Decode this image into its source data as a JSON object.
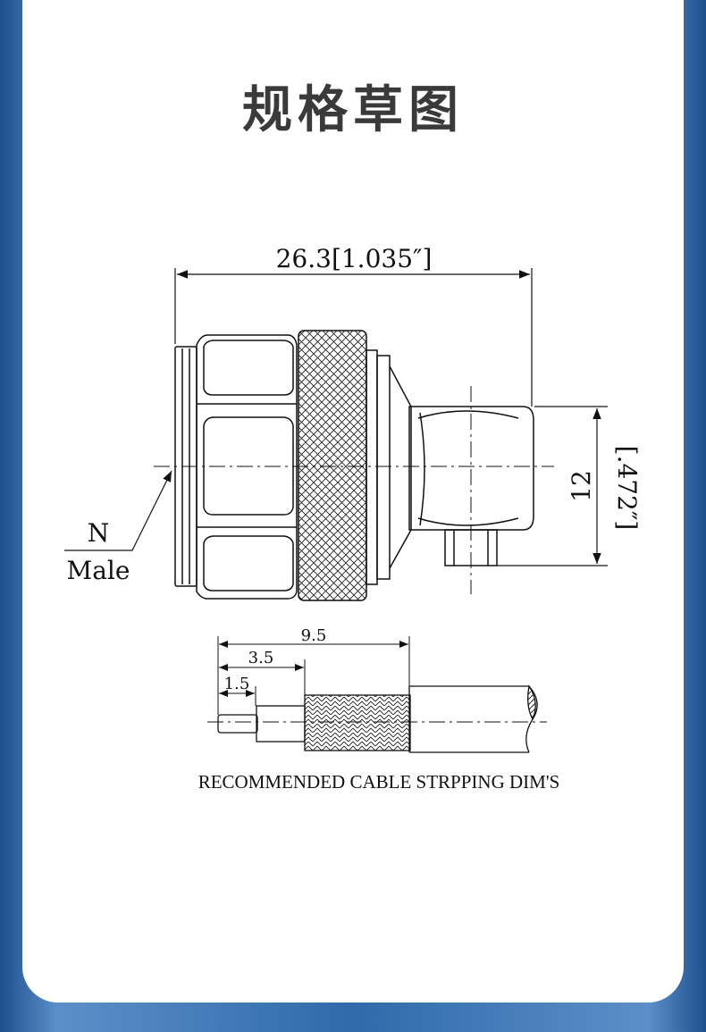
{
  "page": {
    "title": "规格草图"
  },
  "connector_drawing": {
    "length_dim": "26.3[1.035″]",
    "height_dim": "12",
    "height_dim_inch": "[.472″]",
    "type_label_1": "N",
    "type_label_2": "Male"
  },
  "stripping_drawing": {
    "dim_1": "9.5",
    "dim_2": "3.5",
    "dim_3": "1.5",
    "caption": "RECOMMENDED CABLE STRPPING DIM'S"
  }
}
